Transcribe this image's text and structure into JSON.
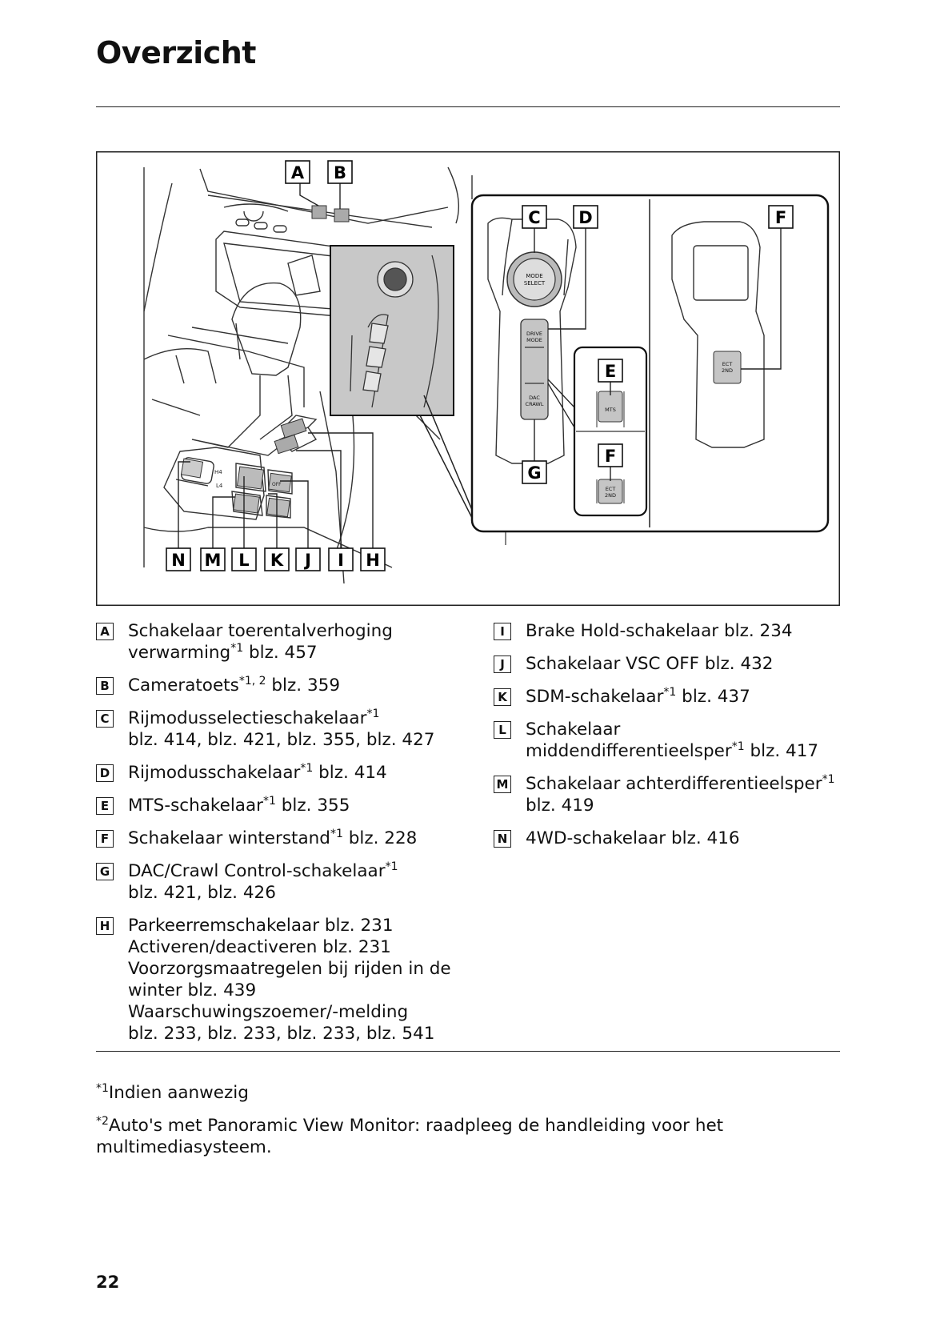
{
  "page": {
    "title": "Overzicht",
    "page_number": "22"
  },
  "figure": {
    "callouts": [
      "A",
      "B",
      "C",
      "D",
      "E",
      "F",
      "G",
      "H",
      "I",
      "J",
      "K",
      "L",
      "M",
      "N"
    ],
    "callout_F": "F",
    "button_labels": {
      "mode_select_1": "MODE",
      "mode_select_2": "SELECT",
      "drive_mode_1": "DRIVE",
      "drive_mode_2": "MODE",
      "dac_1": "DAC",
      "dac_2": "CRAWL",
      "mts": "MTS",
      "ect_1": "ECT",
      "ect_2": "2ND",
      "h4": "H4",
      "l4": "L4",
      "off": "OFF"
    }
  },
  "legend": {
    "left": [
      {
        "letter": "A",
        "text": "Schakelaar toerentalverhoging",
        "text2": "verwarming",
        "sup": "*1",
        "ref": " blz. 457"
      },
      {
        "letter": "B",
        "text": "Cameratoets",
        "sup": "*1, 2",
        "ref": " blz. 359"
      },
      {
        "letter": "C",
        "text": "Rijmodusselectieschakelaar",
        "sup": "*1",
        "ref": "blz. 414, blz. 421, blz. 355, blz. 427"
      },
      {
        "letter": "D",
        "text": "Rijmodusschakelaar",
        "sup": "*1",
        "ref": " blz. 414"
      },
      {
        "letter": "E",
        "text": "MTS-schakelaar",
        "sup": "*1",
        "ref": " blz. 355"
      },
      {
        "letter": "F",
        "text": "Schakelaar winterstand",
        "sup": "*1",
        "ref": " blz. 228"
      },
      {
        "letter": "G",
        "text": "DAC/Crawl Control-schakelaar",
        "sup": "*1",
        "ref": "blz. 421, blz. 426"
      },
      {
        "letter": "H",
        "lines": [
          "Parkeerremschakelaar blz. 231",
          "Activeren/deactiveren blz. 231",
          "Voorzorgsmaatregelen bij rijden in de",
          "winter blz. 439",
          "Waarschuwingszoemer/-melding",
          "blz. 233, blz. 233, blz. 233, blz. 541"
        ]
      }
    ],
    "right": [
      {
        "letter": "I",
        "text": "Brake Hold-schakelaar blz. 234"
      },
      {
        "letter": "J",
        "text": "Schakelaar VSC OFF blz. 432"
      },
      {
        "letter": "K",
        "text": "SDM-schakelaar",
        "sup": "*1",
        "ref": " blz. 437"
      },
      {
        "letter": "L",
        "text": "Schakelaar",
        "text2": "middendifferentieelsper",
        "sup": "*1",
        "ref": " blz. 417"
      },
      {
        "letter": "M",
        "text": "Schakelaar achterdifferentieelsper",
        "sup": "*1",
        "ref": "blz. 419"
      },
      {
        "letter": "N",
        "text": "4WD-schakelaar blz. 416"
      }
    ]
  },
  "footnotes": [
    {
      "mark": "*1",
      "text": "Indien aanwezig"
    },
    {
      "mark": "*2",
      "text": "Auto's met Panoramic View Monitor: raadpleeg de handleiding voor het multimediasysteem."
    }
  ]
}
